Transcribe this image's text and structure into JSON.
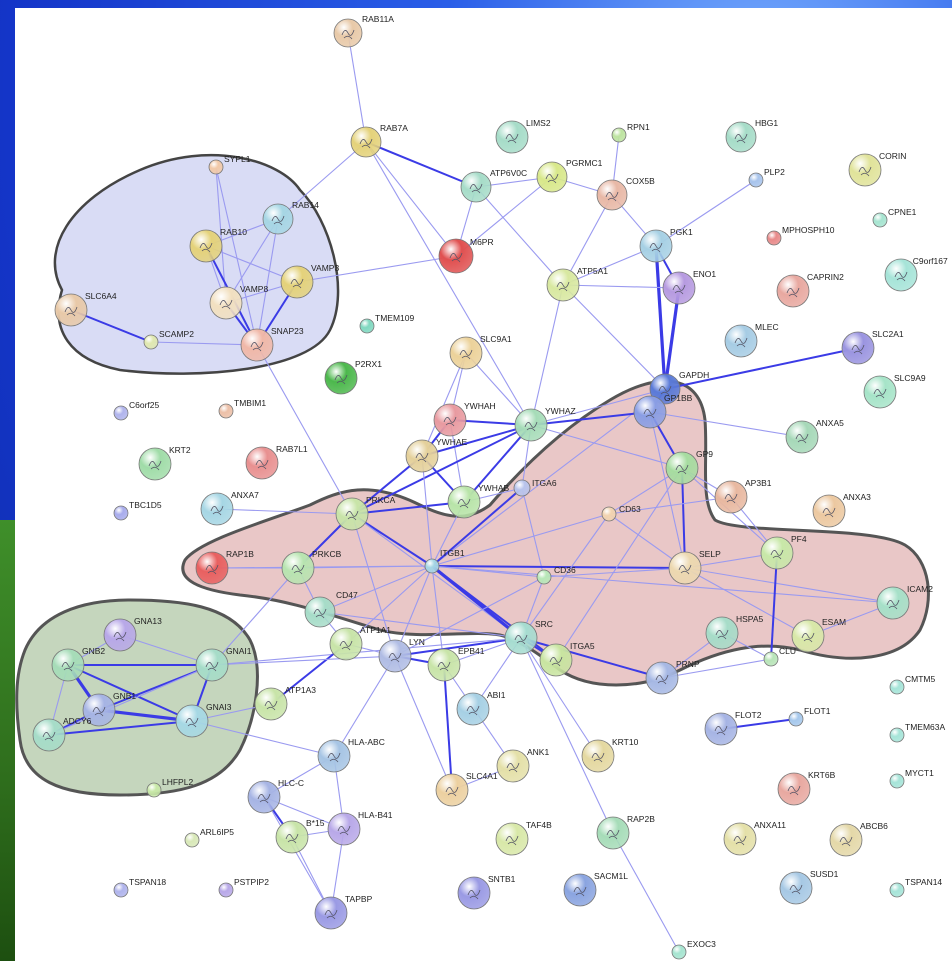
{
  "colors": {
    "edge": "#3b3be6",
    "light_edge": "#9a9af0",
    "cluster_blue": "#d9dcf5",
    "cluster_red": "#e9c7c7",
    "cluster_green": "#c5d6bd"
  },
  "nodes": [
    {
      "id": "RAB11A",
      "c": "#e8c9a8"
    },
    {
      "id": "RAB7A",
      "c": "#e4d27a"
    },
    {
      "id": "LIMS2",
      "c": "#a6dcc8"
    },
    {
      "id": "RPN1",
      "c": "#bde3a0"
    },
    {
      "id": "HBG1",
      "c": "#a6dcc8"
    },
    {
      "id": "CORIN",
      "c": "#e0e39a"
    },
    {
      "id": "SYPL1",
      "c": "#f2c9a8"
    },
    {
      "id": "RAB14",
      "c": "#a6d6e4"
    },
    {
      "id": "ATP6V0C",
      "c": "#a6dcc8"
    },
    {
      "id": "PGRMC1",
      "c": "#d8e88a"
    },
    {
      "id": "COX5B",
      "c": "#e8b8a6"
    },
    {
      "id": "PLP2",
      "c": "#a8c4ec"
    },
    {
      "id": "CPNE1",
      "c": "#a6e4d0"
    },
    {
      "id": "RAB10",
      "c": "#e4d27a"
    },
    {
      "id": "VAMP3",
      "c": "#e4d27a"
    },
    {
      "id": "M6PR",
      "c": "#e05050"
    },
    {
      "id": "PGK1",
      "c": "#a6d0e4"
    },
    {
      "id": "MPHOSPH10",
      "c": "#e88a8a"
    },
    {
      "id": "C9orf167",
      "c": "#a6e4d8"
    },
    {
      "id": "VAMP8",
      "c": "#f2e0c0"
    },
    {
      "id": "ATP5A1",
      "c": "#d8e8a0"
    },
    {
      "id": "ENO1",
      "c": "#b69ae0"
    },
    {
      "id": "CAPRIN2",
      "c": "#e8a8a0"
    },
    {
      "id": "SLC6A4",
      "c": "#e8c9a8"
    },
    {
      "id": "SNAP23",
      "c": "#f0b8a8"
    },
    {
      "id": "SCAMP2",
      "c": "#e0e8b0"
    },
    {
      "id": "TMEM109",
      "c": "#80d8c0"
    },
    {
      "id": "MLEC",
      "c": "#a6cce4"
    },
    {
      "id": "SLC2A1",
      "c": "#9a94e0"
    },
    {
      "id": "P2RX1",
      "c": "#4cb84c"
    },
    {
      "id": "SLC9A1",
      "c": "#ecd29a"
    },
    {
      "id": "GAPDH",
      "c": "#5a7ad8"
    },
    {
      "id": "SLC9A9",
      "c": "#a6e4c8"
    },
    {
      "id": "C6orf25",
      "c": "#b0b4ec"
    },
    {
      "id": "TMBIM1",
      "c": "#ecc0a8"
    },
    {
      "id": "YWHAH",
      "c": "#e89aa0"
    },
    {
      "id": "YWHAZ",
      "c": "#a6dcb8"
    },
    {
      "id": "GP1BB",
      "c": "#8a9ee4"
    },
    {
      "id": "ANXA5",
      "c": "#a6d8b8"
    },
    {
      "id": "KRT2",
      "c": "#a0dca8"
    },
    {
      "id": "RAB7L1",
      "c": "#e89090"
    },
    {
      "id": "YWHAE",
      "c": "#e4d09a"
    },
    {
      "id": "GP9",
      "c": "#a6dca0"
    },
    {
      "id": "TBC1D5",
      "c": "#a8acec"
    },
    {
      "id": "ITGA6",
      "c": "#b8c4ec"
    },
    {
      "id": "AP3B1",
      "c": "#e8b8a0"
    },
    {
      "id": "ANXA7",
      "c": "#a6d6e4"
    },
    {
      "id": "YWHAB",
      "c": "#b8e4a8"
    },
    {
      "id": "PRKCA",
      "c": "#c8e4a8"
    },
    {
      "id": "CD63",
      "c": "#f2d4b0"
    },
    {
      "id": "ANXA3",
      "c": "#ecc8a0"
    },
    {
      "id": "RAP1B",
      "c": "#e86060"
    },
    {
      "id": "PRKCB",
      "c": "#b8e4b0"
    },
    {
      "id": "ITGB1",
      "c": "#a6d6e4"
    },
    {
      "id": "SELP",
      "c": "#ecd8b0"
    },
    {
      "id": "PF4",
      "c": "#c8e8a8"
    },
    {
      "id": "CD36",
      "c": "#b8e8b8"
    },
    {
      "id": "ICAM2",
      "c": "#a6e0c8"
    },
    {
      "id": "GNA13",
      "c": "#b8a8e8"
    },
    {
      "id": "CD47",
      "c": "#a6dcc8"
    },
    {
      "id": "SRC",
      "c": "#a6dcd0"
    },
    {
      "id": "HSPA5",
      "c": "#a6dcc8"
    },
    {
      "id": "ESAM",
      "c": "#d8e8a8"
    },
    {
      "id": "GNB2",
      "c": "#a6dcb8"
    },
    {
      "id": "GNAI1",
      "c": "#a6dcc8"
    },
    {
      "id": "ATP1A1",
      "c": "#c8e4a8"
    },
    {
      "id": "LYN",
      "c": "#b0bce4"
    },
    {
      "id": "EPB41",
      "c": "#c8e4a8"
    },
    {
      "id": "ITGA5",
      "c": "#c8e4a0"
    },
    {
      "id": "CLU",
      "c": "#b8e4b8"
    },
    {
      "id": "PRNP",
      "c": "#a6b8e4"
    },
    {
      "id": "CMTM5",
      "c": "#a6e4d8"
    },
    {
      "id": "GNB1",
      "c": "#a6b4e4"
    },
    {
      "id": "GNAI3",
      "c": "#a6d8e4"
    },
    {
      "id": "ATP1A3",
      "c": "#c8e4a8"
    },
    {
      "id": "ABI1",
      "c": "#a6d0e4"
    },
    {
      "id": "FLOT2",
      "c": "#a6b4e4"
    },
    {
      "id": "FLOT1",
      "c": "#a6c8ec"
    },
    {
      "id": "TMEM63A",
      "c": "#a6e4d8"
    },
    {
      "id": "ADCY6",
      "c": "#a6dcc8"
    },
    {
      "id": "HLA-ABC",
      "c": "#a6c4e4"
    },
    {
      "id": "ANK1",
      "c": "#e4e0a8"
    },
    {
      "id": "KRT10",
      "c": "#e4d8a0"
    },
    {
      "id": "KRT6B",
      "c": "#e8a8a0"
    },
    {
      "id": "MYCT1",
      "c": "#a6e4d8"
    },
    {
      "id": "LHFPL2",
      "c": "#c8e8a8"
    },
    {
      "id": "HLC-C",
      "c": "#a6b4e4"
    },
    {
      "id": "SLC4A1",
      "c": "#ecd0a0"
    },
    {
      "id": "HLA-B41",
      "c": "#b8a8e8"
    },
    {
      "id": "B*15",
      "c": "#c8e4a8"
    },
    {
      "id": "TAF4B",
      "c": "#d8e8a8"
    },
    {
      "id": "RAP2B",
      "c": "#a6dcb8"
    },
    {
      "id": "ANXA11",
      "c": "#e4e0a8"
    },
    {
      "id": "ABCB6",
      "c": "#e4d8a8"
    },
    {
      "id": "ARL6IP5",
      "c": "#d8e8b8"
    },
    {
      "id": "TSPAN18",
      "c": "#b0b4ec"
    },
    {
      "id": "PSTPIP2",
      "c": "#b8a8e8"
    },
    {
      "id": "SNTB1",
      "c": "#9a9ae4"
    },
    {
      "id": "SACM1L",
      "c": "#8aa4e0"
    },
    {
      "id": "SUSD1",
      "c": "#a6c8e4"
    },
    {
      "id": "TSPAN14",
      "c": "#a6e4d8"
    },
    {
      "id": "TAPBP",
      "c": "#9a9ae4"
    },
    {
      "id": "EXOC3",
      "c": "#a6e4d0"
    }
  ],
  "edges": [
    [
      "RAB11A",
      "RAB7A",
      1
    ],
    [
      "RAB7A",
      "ATP6V0C",
      2
    ],
    [
      "RAB7A",
      "RAB14",
      1
    ],
    [
      "RAB7A",
      "M6PR",
      1
    ],
    [
      "RAB7A",
      "YWHAZ",
      1
    ],
    [
      "SYPL1",
      "VAMP8",
      1
    ],
    [
      "SYPL1",
      "SNAP23",
      1
    ],
    [
      "RAB14",
      "RAB10",
      1
    ],
    [
      "RAB14",
      "VAMP8",
      1
    ],
    [
      "RAB14",
      "SNAP23",
      1
    ],
    [
      "RAB10",
      "VAMP8",
      1
    ],
    [
      "RAB10",
      "SNAP23",
      2
    ],
    [
      "VAMP3",
      "SNAP23",
      2
    ],
    [
      "VAMP3",
      "VAMP8",
      1
    ],
    [
      "VAMP8",
      "SNAP23",
      2
    ],
    [
      "VAMP3",
      "RAB10",
      1
    ],
    [
      "SLC6A4",
      "SCAMP2",
      2
    ],
    [
      "SCAMP2",
      "SNAP23",
      1
    ],
    [
      "VAMP3",
      "M6PR",
      1
    ],
    [
      "SNAP23",
      "PRKCA",
      1
    ],
    [
      "ATP6V0C",
      "PGRMC1",
      1
    ],
    [
      "ATP6V0C",
      "ATP5A1",
      1
    ],
    [
      "ATP6V0C",
      "M6PR",
      1
    ],
    [
      "PGRMC1",
      "COX5B",
      1
    ],
    [
      "PGRMC1",
      "M6PR",
      1
    ],
    [
      "RPN1",
      "COX5B",
      1
    ],
    [
      "COX5B",
      "ATP5A1",
      1
    ],
    [
      "COX5B",
      "PGK1",
      1
    ],
    [
      "PLP2",
      "PGK1",
      1
    ],
    [
      "PGK1",
      "ENO1",
      2
    ],
    [
      "PGK1",
      "GAPDH",
      3
    ],
    [
      "PGK1",
      "ATP5A1",
      1
    ],
    [
      "ENO1",
      "GAPDH",
      3
    ],
    [
      "ENO1",
      "ATP5A1",
      1
    ],
    [
      "ATP5A1",
      "GAPDH",
      1
    ],
    [
      "ATP5A1",
      "YWHAZ",
      1
    ],
    [
      "SLC2A1",
      "GAPDH",
      2
    ],
    [
      "GAPDH",
      "GP1BB",
      2
    ],
    [
      "GAPDH",
      "YWHAZ",
      1
    ],
    [
      "GAPDH",
      "ITGB1",
      1
    ],
    [
      "SLC9A1",
      "YWHAH",
      1
    ],
    [
      "SLC9A1",
      "YWHAE",
      1
    ],
    [
      "SLC9A1",
      "YWHAZ",
      1
    ],
    [
      "YWHAH",
      "YWHAE",
      2
    ],
    [
      "YWHAH",
      "YWHAZ",
      2
    ],
    [
      "YWHAH",
      "YWHAB",
      1
    ],
    [
      "YWHAZ",
      "YWHAE",
      2
    ],
    [
      "YWHAZ",
      "YWHAB",
      2
    ],
    [
      "YWHAZ",
      "ITGA6",
      1
    ],
    [
      "YWHAZ",
      "PRKCA",
      2
    ],
    [
      "YWHAZ",
      "GP1BB",
      2
    ],
    [
      "YWHAZ",
      "GP9",
      1
    ],
    [
      "YWHAE",
      "YWHAB",
      2
    ],
    [
      "YWHAE",
      "PRKCA",
      2
    ],
    [
      "YWHAB",
      "PRKCA",
      2
    ],
    [
      "YWHAB",
      "ITGA6",
      1
    ],
    [
      "YWHAB",
      "ITGB1",
      1
    ],
    [
      "YWHAE",
      "ITGB1",
      1
    ],
    [
      "GP1BB",
      "GP9",
      2
    ],
    [
      "GP1BB",
      "SELP",
      1
    ],
    [
      "GP1BB",
      "ANXA5",
      1
    ],
    [
      "GP9",
      "SELP",
      2
    ],
    [
      "GP9",
      "CD63",
      1
    ],
    [
      "GP9",
      "PF4",
      1
    ],
    [
      "GP9",
      "AP3B1",
      1
    ],
    [
      "CD63",
      "ITGB1",
      1
    ],
    [
      "CD63",
      "AP3B1",
      1
    ],
    [
      "CD63",
      "SELP",
      1
    ],
    [
      "ITGA6",
      "ITGB1",
      2
    ],
    [
      "ITGA6",
      "CD36",
      1
    ],
    [
      "PRKCA",
      "PRKCB",
      2
    ],
    [
      "PRKCA",
      "ITGB1",
      2
    ],
    [
      "PRKCA",
      "SRC",
      1
    ],
    [
      "PRKCA",
      "LYN",
      1
    ],
    [
      "PRKCA",
      "ANXA7",
      1
    ],
    [
      "PRKCB",
      "RAP1B",
      1
    ],
    [
      "PRKCB",
      "ITGB1",
      1
    ],
    [
      "PRKCB",
      "CD47",
      1
    ],
    [
      "PRKCB",
      "GNAI1",
      1
    ],
    [
      "RAP1B",
      "ITGB1",
      1
    ],
    [
      "ITGB1",
      "SRC",
      3
    ],
    [
      "ITGB1",
      "CD47",
      1
    ],
    [
      "ITGB1",
      "LYN",
      1
    ],
    [
      "ITGB1",
      "CD36",
      1
    ],
    [
      "ITGB1",
      "ITGA5",
      2
    ],
    [
      "ITGB1",
      "SELP",
      2
    ],
    [
      "ITGB1",
      "ICAM2",
      1
    ],
    [
      "ITGB1",
      "EPB41",
      1
    ],
    [
      "ITGB1",
      "ATP1A1",
      1
    ],
    [
      "CD36",
      "SRC",
      1
    ],
    [
      "CD36",
      "SELP",
      1
    ],
    [
      "CD36",
      "LYN",
      1
    ],
    [
      "SELP",
      "PF4",
      1
    ],
    [
      "SELP",
      "ESAM",
      1
    ],
    [
      "SELP",
      "ICAM2",
      1
    ],
    [
      "PF4",
      "CLU",
      2
    ],
    [
      "PF4",
      "AP3B1",
      1
    ],
    [
      "ESAM",
      "ICAM2",
      1
    ],
    [
      "HSPA5",
      "CLU",
      1
    ],
    [
      "HSPA5",
      "PRNP",
      1
    ],
    [
      "CLU",
      "PRNP",
      1
    ],
    [
      "SRC",
      "LYN",
      2
    ],
    [
      "SRC",
      "ITGA5",
      2
    ],
    [
      "SRC",
      "ABI1",
      1
    ],
    [
      "SRC",
      "PRNP",
      2
    ],
    [
      "SRC",
      "RAP2B",
      1
    ],
    [
      "SRC",
      "EPB41",
      1
    ],
    [
      "SRC",
      "GNAI1",
      1
    ],
    [
      "SRC",
      "CD47",
      1
    ],
    [
      "LYN",
      "ATP1A1",
      1
    ],
    [
      "LYN",
      "EPB41",
      2
    ],
    [
      "LYN",
      "SLC4A1",
      1
    ],
    [
      "LYN",
      "HLA-ABC",
      1
    ],
    [
      "EPB41",
      "ANK1",
      1
    ],
    [
      "EPB41",
      "SLC4A1",
      2
    ],
    [
      "ANK1",
      "SLC4A1",
      1
    ],
    [
      "ATP1A1",
      "ATP1A3",
      2
    ],
    [
      "CD47",
      "ATP1A1",
      1
    ],
    [
      "GNA13",
      "GNB2",
      1
    ],
    [
      "GNA13",
      "GNAI1",
      1
    ],
    [
      "GNB2",
      "GNB1",
      3
    ],
    [
      "GNB2",
      "GNAI1",
      2
    ],
    [
      "GNB2",
      "GNAI3",
      2
    ],
    [
      "GNB2",
      "ADCY6",
      1
    ],
    [
      "GNB1",
      "GNAI1",
      2
    ],
    [
      "GNB1",
      "GNAI3",
      3
    ],
    [
      "GNB1",
      "ADCY6",
      2
    ],
    [
      "GNAI1",
      "GNAI3",
      2
    ],
    [
      "GNAI3",
      "ADCY6",
      2
    ],
    [
      "GNAI1",
      "ADCY6",
      1
    ],
    [
      "GNAI3",
      "ATP1A3",
      1
    ],
    [
      "GNAI3",
      "HLA-ABC",
      1
    ],
    [
      "GNAI1",
      "LYN",
      1
    ],
    [
      "HLA-ABC",
      "HLC-C",
      1
    ],
    [
      "HLA-ABC",
      "HLA-B41",
      1
    ],
    [
      "HLC-C",
      "B*15",
      2
    ],
    [
      "HLC-C",
      "HLA-B41",
      1
    ],
    [
      "HLA-B41",
      "B*15",
      1
    ],
    [
      "B*15",
      "TAPBP",
      1
    ],
    [
      "HLA-B41",
      "TAPBP",
      1
    ],
    [
      "HLC-C",
      "TAPBP",
      1
    ],
    [
      "FLOT2",
      "FLOT1",
      2
    ],
    [
      "RAP2B",
      "EXOC3",
      1
    ],
    [
      "CD63",
      "SRC",
      1
    ],
    [
      "GP9",
      "ITGA5",
      1
    ],
    [
      "SRC",
      "KRT10",
      1
    ]
  ],
  "title_note": ""
}
